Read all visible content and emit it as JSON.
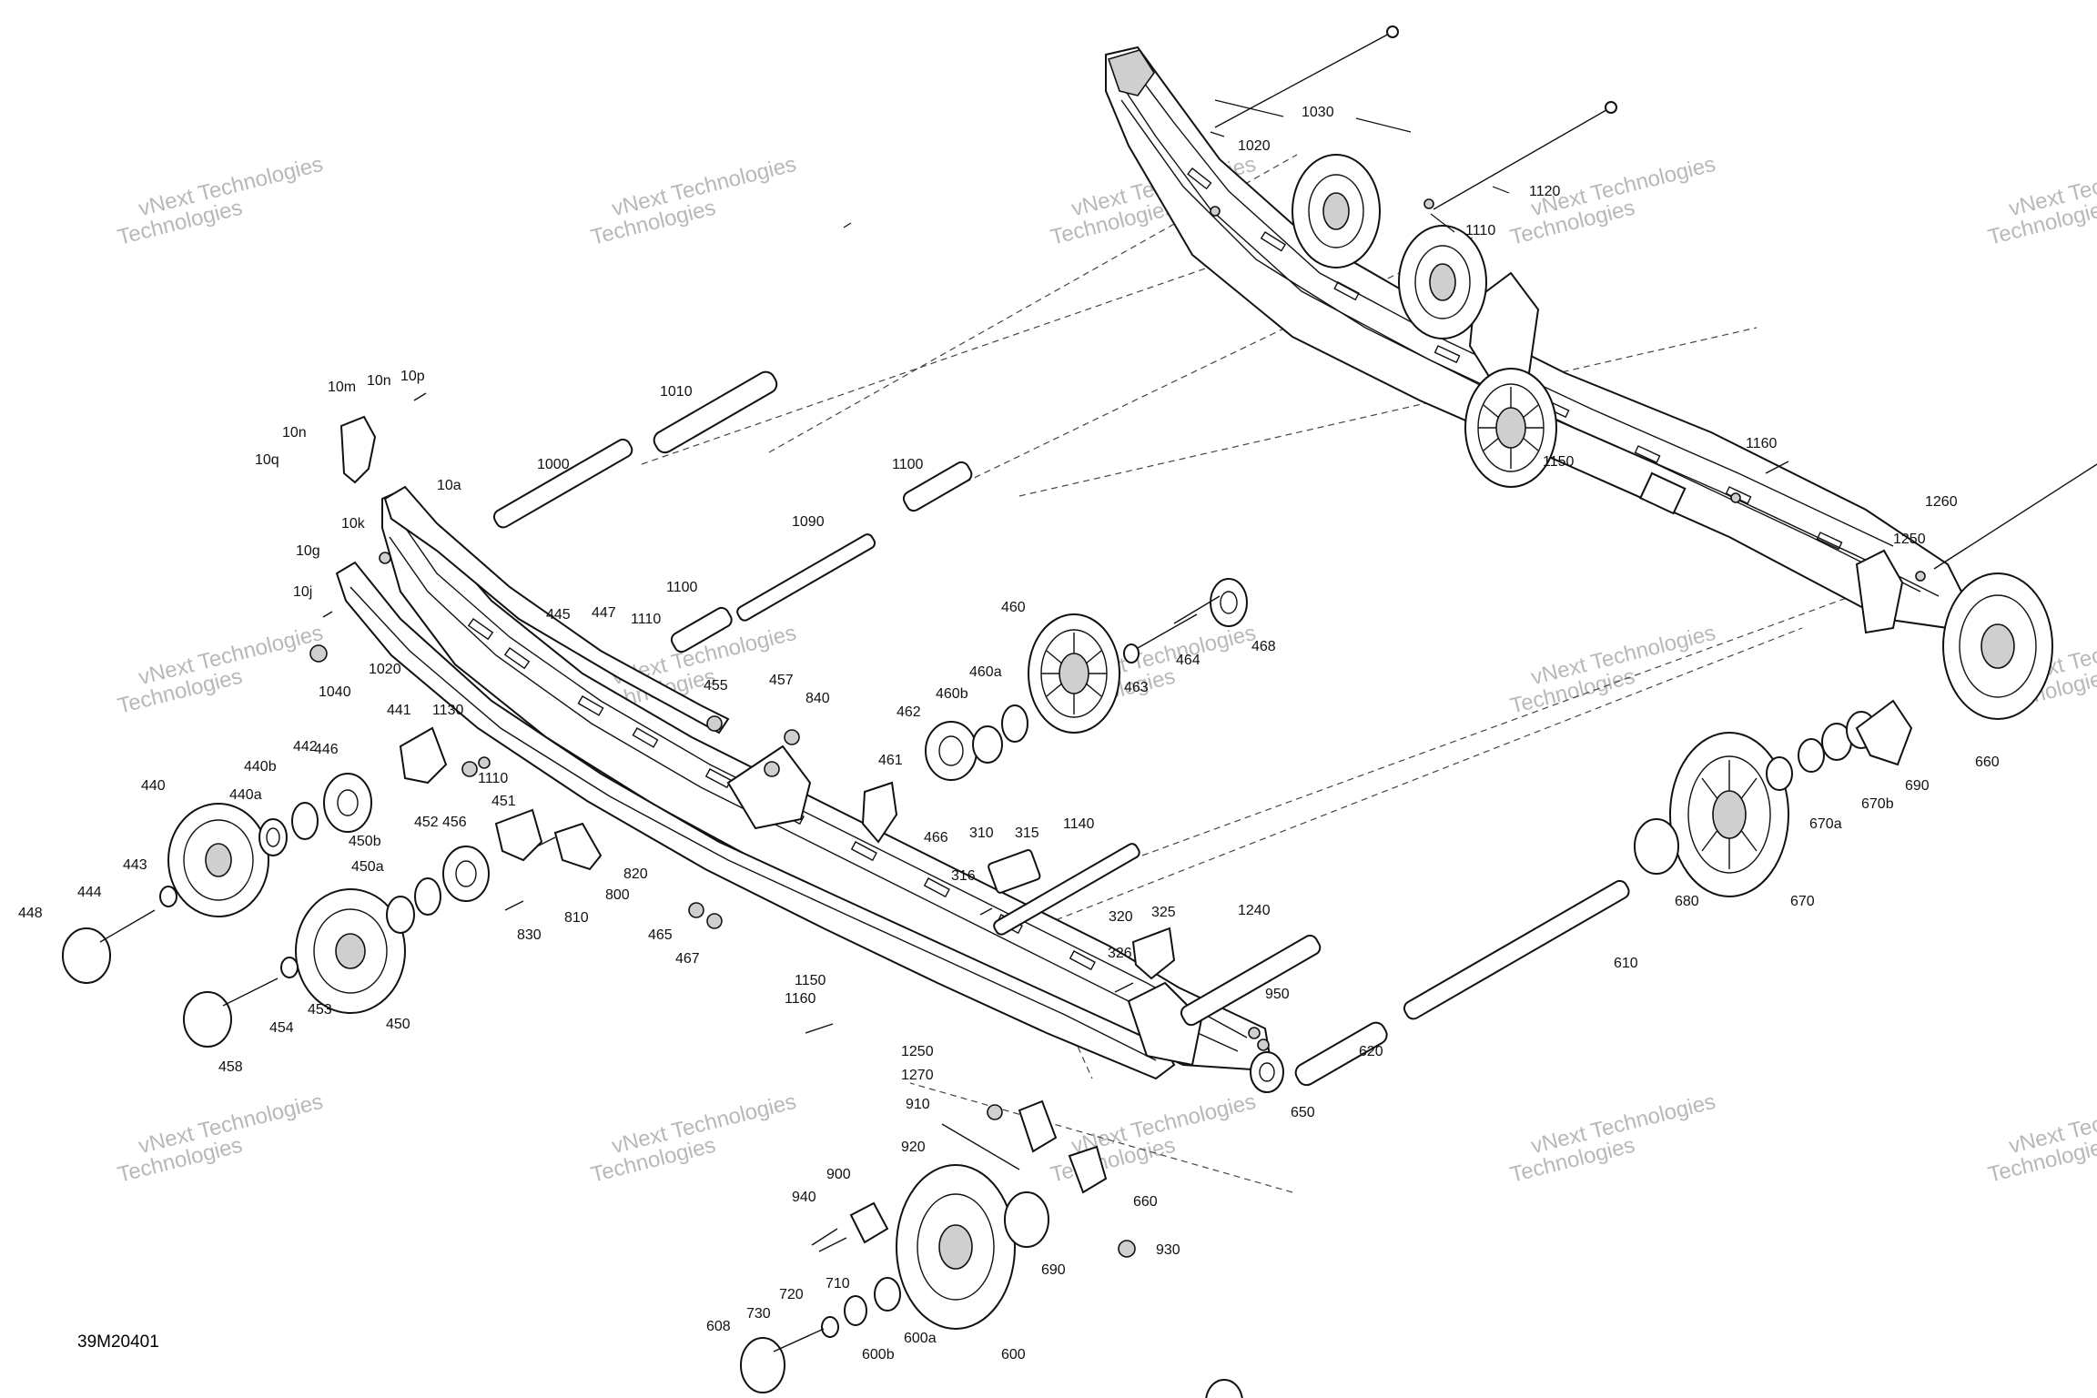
{
  "diagram": {
    "reference": "39M20401",
    "watermark": {
      "line1": "vNext Technologies",
      "line2": "Technologies"
    },
    "parts": [
      {
        "id": "1030"
      },
      {
        "id": "1020"
      },
      {
        "id": "1120"
      },
      {
        "id": "1110"
      },
      {
        "id": "10m"
      },
      {
        "id": "10n"
      },
      {
        "id": "10p"
      },
      {
        "id": "10n"
      },
      {
        "id": "10q"
      },
      {
        "id": "1010"
      },
      {
        "id": "1000"
      },
      {
        "id": "10a"
      },
      {
        "id": "1100"
      },
      {
        "id": "10k"
      },
      {
        "id": "10g"
      },
      {
        "id": "10j"
      },
      {
        "id": "1090"
      },
      {
        "id": "1160"
      },
      {
        "id": "1150"
      },
      {
        "id": "1260"
      },
      {
        "id": "1250"
      },
      {
        "id": "445"
      },
      {
        "id": "447"
      },
      {
        "id": "1110"
      },
      {
        "id": "1100"
      },
      {
        "id": "460"
      },
      {
        "id": "468"
      },
      {
        "id": "1020"
      },
      {
        "id": "1040"
      },
      {
        "id": "455"
      },
      {
        "id": "457"
      },
      {
        "id": "840"
      },
      {
        "id": "464"
      },
      {
        "id": "460a"
      },
      {
        "id": "463"
      },
      {
        "id": "460b"
      },
      {
        "id": "441"
      },
      {
        "id": "1130"
      },
      {
        "id": "462"
      },
      {
        "id": "442"
      },
      {
        "id": "446"
      },
      {
        "id": "461"
      },
      {
        "id": "440b"
      },
      {
        "id": "1110"
      },
      {
        "id": "440"
      },
      {
        "id": "440a"
      },
      {
        "id": "451"
      },
      {
        "id": "466"
      },
      {
        "id": "452"
      },
      {
        "id": "456"
      },
      {
        "id": "310"
      },
      {
        "id": "315"
      },
      {
        "id": "1140"
      },
      {
        "id": "660"
      },
      {
        "id": "690"
      },
      {
        "id": "670b"
      },
      {
        "id": "670a"
      },
      {
        "id": "450b"
      },
      {
        "id": "443"
      },
      {
        "id": "820"
      },
      {
        "id": "450a"
      },
      {
        "id": "316"
      },
      {
        "id": "444"
      },
      {
        "id": "800"
      },
      {
        "id": "810"
      },
      {
        "id": "680"
      },
      {
        "id": "670"
      },
      {
        "id": "448"
      },
      {
        "id": "830"
      },
      {
        "id": "465"
      },
      {
        "id": "320"
      },
      {
        "id": "325"
      },
      {
        "id": "1240"
      },
      {
        "id": "467"
      },
      {
        "id": "326"
      },
      {
        "id": "610"
      },
      {
        "id": "1150"
      },
      {
        "id": "453"
      },
      {
        "id": "1160"
      },
      {
        "id": "950"
      },
      {
        "id": "450"
      },
      {
        "id": "454"
      },
      {
        "id": "458"
      },
      {
        "id": "620"
      },
      {
        "id": "1250"
      },
      {
        "id": "650"
      },
      {
        "id": "1270"
      },
      {
        "id": "910"
      },
      {
        "id": "920"
      },
      {
        "id": "660"
      },
      {
        "id": "900"
      },
      {
        "id": "940"
      },
      {
        "id": "930"
      },
      {
        "id": "690"
      },
      {
        "id": "720"
      },
      {
        "id": "710"
      },
      {
        "id": "730"
      },
      {
        "id": "608"
      },
      {
        "id": "600a"
      },
      {
        "id": "600b"
      },
      {
        "id": "600"
      }
    ]
  }
}
